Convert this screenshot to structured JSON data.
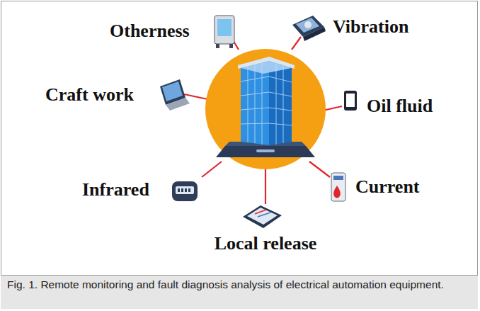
{
  "diagram": {
    "caption": "Fig. 1. Remote monitoring and fault diagnosis analysis of electrical automation equipment.",
    "labels": [
      "Otherness",
      "Vibration",
      "Craft work",
      "Oil fluid",
      "Infrared",
      "Current",
      "Local release"
    ]
  }
}
